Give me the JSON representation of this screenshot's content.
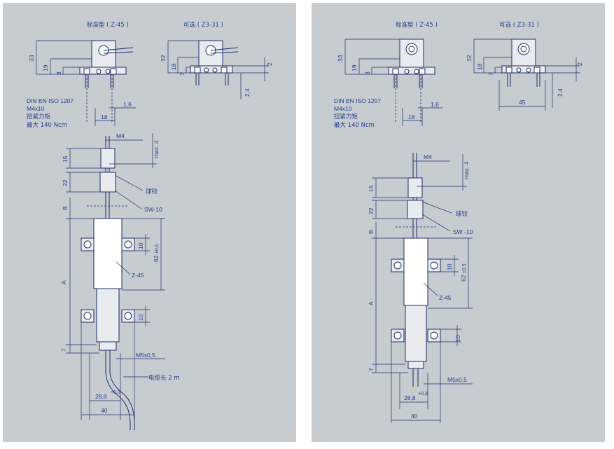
{
  "left": {
    "title_standard": "标准型 ( Z-45 )",
    "title_optional": "可选 ( Z3-31 )",
    "dims": {
      "d33": "33",
      "d19": "19",
      "d8": "8",
      "d32": "32",
      "d18": "18",
      "d7": "7",
      "d2": "2",
      "d24": "2,4",
      "d16": "1,6",
      "d18b": "18",
      "m4": "M4",
      "max4": "max. 4",
      "d15": "15",
      "d22": "22",
      "dB": "B",
      "d10a": "10",
      "d62": "62",
      "d62tol": "±0,5",
      "dA": "A",
      "d10b": "10",
      "d7b": "7",
      "m5": "M5x0,5",
      "d288": "28,8",
      "d288tol": "+0,3",
      "d40": "40"
    },
    "notes": {
      "din": "DIN EN ISO 1207",
      "m4x10": "M4x10",
      "torque": "扭紧力矩",
      "max_torque": "最大 140 Ncm"
    },
    "callouts": {
      "ball": "球铰",
      "sw": "SW-10",
      "z45": "Z-45",
      "cable": "电缆长 2 m"
    }
  },
  "right": {
    "title_standard": "标准型 ( Z-45 )",
    "title_optional": "可选 ( Z3-31 )",
    "dims": {
      "d33": "33",
      "d19": "19",
      "d8": "8",
      "d32": "32",
      "d18": "18",
      "d7": "7",
      "d2": "2",
      "d24": "2,4",
      "d45": "45",
      "d16": "1,6",
      "d18b": "18",
      "m4": "M4",
      "max4": "max. 4",
      "d15": "15",
      "d22": "22",
      "dB": "B",
      "d10a": "10",
      "d62": "62",
      "d62tol": "±0,5",
      "dA": "A",
      "d10b": "10",
      "d7b": "7",
      "m5": "M5x0,5",
      "d288": "28,8",
      "d288tol": "+0,3",
      "d40": "40"
    },
    "notes": {
      "din": "DIN EN ISO 1207",
      "m4x10": "M4x10",
      "torque": "扭紧力矩",
      "max_torque": "最大 140 Ncm"
    },
    "callouts": {
      "ball": "球铰",
      "sw": "SW -10",
      "z45": "Z-45"
    }
  }
}
